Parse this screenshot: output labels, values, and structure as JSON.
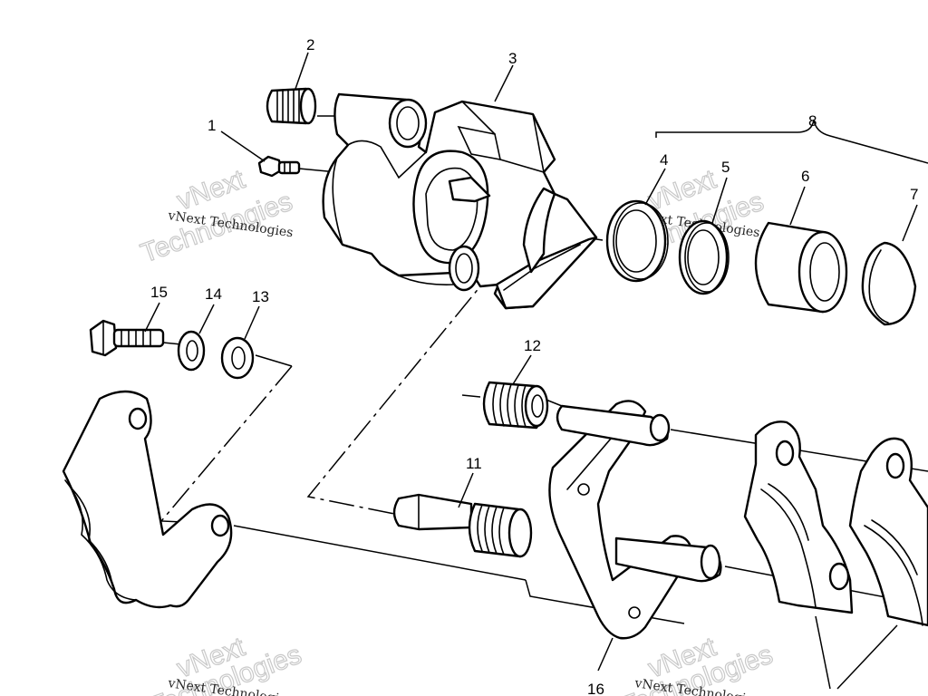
{
  "callouts": {
    "c1": "1",
    "c2": "2",
    "c3": "3",
    "c4": "4",
    "c5": "5",
    "c6": "6",
    "c7": "7",
    "c8": "8",
    "c11": "11",
    "c12": "12",
    "c13": "13",
    "c14": "14",
    "c15": "15",
    "c16": "16"
  },
  "watermark": {
    "small": "vNext Technologies",
    "big_top": "vNext",
    "big_bottom": "Technologies"
  }
}
